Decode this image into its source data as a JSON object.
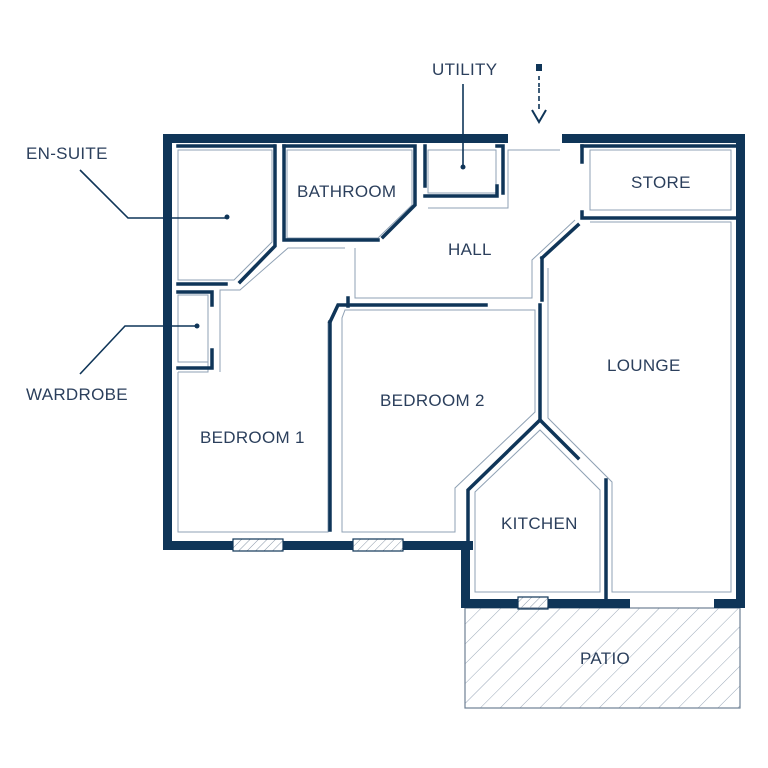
{
  "rooms": {
    "en_suite": "EN-SUITE",
    "bathroom": "BATHROOM",
    "utility": "UTILITY",
    "store": "STORE",
    "hall": "HALL",
    "wardrobe": "WARDROBE",
    "bedroom_1": "BEDROOM 1",
    "bedroom_2": "BEDROOM 2",
    "lounge": "LOUNGE",
    "kitchen": "KITCHEN",
    "patio": "PATIO"
  },
  "colors": {
    "wall": "#0f3558",
    "label": "#2b3f5c",
    "thin_line": "#8fa1b4",
    "background": "#ffffff"
  },
  "icons": {
    "entrance": "entrance-arrow-icon"
  }
}
